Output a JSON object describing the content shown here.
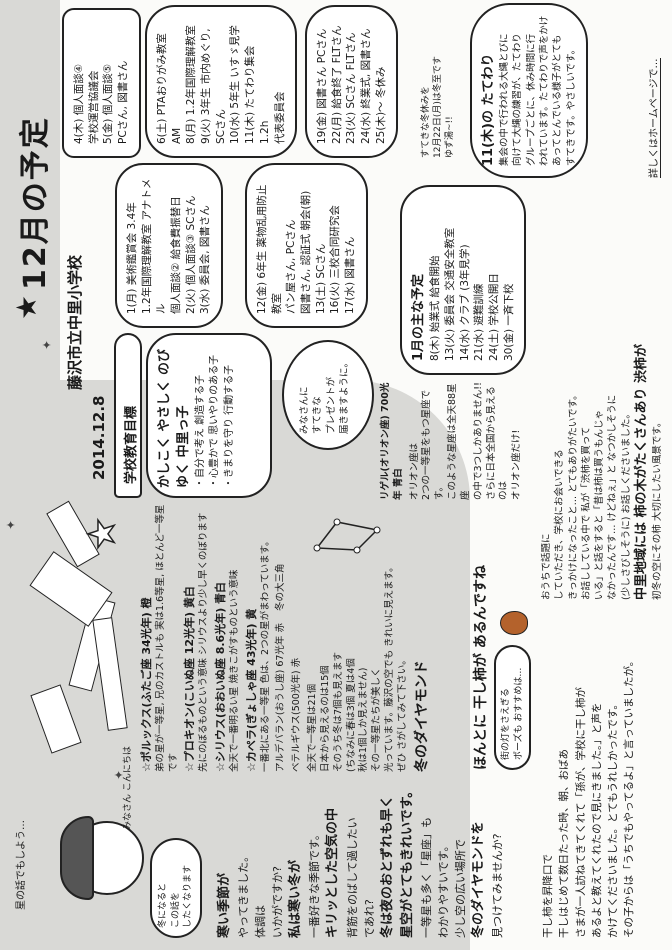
{
  "header": {
    "title": "12月の予定",
    "school": "藤沢市立中里小学校",
    "date": "2014.12.8"
  },
  "schedule": {
    "bubble_a": [
      "1(月) 美術鑑賞会 3.4年",
      "1.2年国際理解教室 アナトメル",
      "個人面談② 給食費振替日",
      "2(火) 個人面談③ SCさん",
      "3(水) 委員会, 図書さん"
    ],
    "bubble_b": [
      "4(木) 個人面談④",
      "学校運営協議会",
      "5(金) 個人面談⑤",
      "PCさん, 図書さん"
    ],
    "bubble_c": [
      "6(土) PTAおりがみ教室 AM",
      "8(月) 1.2年国際理解教室",
      "9(火) 3年生 市内めぐり, SCさん",
      "10(水) 5年生 いすゞ見学",
      "11(木) たてわり集会 1.2h",
      "代表委員会"
    ],
    "bubble_d": [
      "12(金) 6年生 薬物乱用防止教室",
      "パン屋さん, PCさん",
      "図書さん, 認証式 朝会(朝)",
      "13(土) SCさん",
      "16(火) 三校合同研究会",
      "17(水) 図書さん"
    ],
    "bubble_e": [
      "19(金) 図書さん PCさん",
      "22(月) 給食終了 FLTさん",
      "23(火) SCさん FLTさん",
      "24(水) 終業式, 図書さん",
      "25(木)～ 冬休み"
    ],
    "note": [
      "すてきな冬休みを",
      "12月22日(月)は冬至です",
      "ゆず湯~!!"
    ]
  },
  "january": {
    "title": "1月の主な予定",
    "items": [
      "8(木) 始業式 給食開始",
      "13(火) 委員会 交通安全教室",
      "14(水) クラブ (3年見学)",
      "21(水) 避難訓練",
      "24(土) 学校公開日",
      "30(金) 一斉下校"
    ]
  },
  "nawatobi": {
    "lines": [
      "11(木)の たてわり",
      "集会の中で行われる大縄とびに",
      "向けて大縄の練習が、たてわり",
      "グループごとに、休み時間に行",
      "われています。たてわりで声をかけ",
      "あってとんでいる様子がとても",
      "すてきです。やさしいです。"
    ],
    "link": "詳しくはホームページで…"
  },
  "goals": {
    "hat_label": "学校教育目標",
    "heading": "かしこく やさしく のびゆく 中里っ子",
    "items": [
      "・自分で考え 創造する子",
      "・心豊かで 思いやりのある子",
      "・きまりを守り 行動する子"
    ]
  },
  "present": [
    "みなさんに",
    "すてきな",
    "プレゼントが",
    "届きますように。"
  ],
  "snowman": {
    "speech": [
      "冬になると",
      "この話を",
      "したくなります"
    ],
    "aside": "星の話でもしよう…",
    "greeting": "みなさん こんにちは"
  },
  "intro": {
    "lines": [
      "寒い季節が",
      "やってきました。",
      "体調は",
      "いかがですか?",
      "私は寒い冬が",
      "一番好きな季節です。",
      "キリッとした空気の中",
      "背筋をのばして過したい",
      "であれ?",
      "冬は夜のおとずれも早く",
      "星空がとてもきれいです。",
      "一等星も多く「星座」も",
      "わかりやすいです。",
      "少し空の広い場所で",
      "冬のダイヤモンドを",
      "見つけてみませんか?"
    ]
  },
  "stars": {
    "items": [
      {
        "name": "☆カペラ(ぎょしゃ座 43光年) 黄",
        "desc": "一番北にある一等星 色は、2つの星がまわっています。"
      },
      {
        "name": "☆ポルックス(ふたご座 34光年) 橙",
        "desc": "弟の星が一等星, 兄のカストルも 実は1.6等星, ほとんど一等星です"
      },
      {
        "name": "☆プロキオン(こいぬ座 12光年) 黄白",
        "desc": "先にのぼるものという意味 シリウスより少し早くのぼります"
      },
      {
        "name": "☆シリウス(おおいぬ座 8.6光年) 青白",
        "desc": "全天で一番明るい星 焼きこがすものという意味"
      }
    ],
    "aldebaran": "アルデバラン(おうし座) 67光年 赤",
    "betelgeuse": "ベテルギウス(500光年) 赤",
    "rigel": "リゲル(オリオン座) 700光年 青白",
    "triangle": "冬の大三角",
    "orion_note": [
      "オリオン座は",
      "2つの一等星をもつ星座です。",
      "このような星座は全天88星座",
      "の中で3つしかありません!!",
      "さらに日本全国から見えるのは",
      "オリオン座だけ!"
    ],
    "count_note": [
      "全天で一等星は21個",
      "日本から見えるのは15個",
      "そのうち冬は7個も見えます",
      "(ちなみに春は3個 夏は4個",
      "秋は1個しか見えません)",
      "その一等星たちが美しく",
      "光っています。藤沢の空でも きれいに見えます。",
      "ぜひ さがしてみて下さい。"
    ],
    "diamond": "冬のダイヤモンド"
  },
  "hoshigaki": {
    "heading": "ほんとに 干し柿が あるんですね",
    "speech": [
      "街の灯をさえぎる",
      "ポーズも おすすめは…"
    ],
    "body": [
      "干し柿を昇降口で",
      "干しはじめて数日たった時、朝、おばあ",
      "さまが一人訪ねてきてくれて「孫が、学校に干し柿が",
      "あるよと教えてくれたので見にきました。」と声を",
      "かけてくださいました。とてもうれしかったです。",
      "その子からは「うちでもやってるよ」と言っていましたが。"
    ],
    "body2": [
      "おうちで話題に",
      "していただき、学校にお会いできる",
      "きっかけになったこと… とてもありがたいです。",
      "お話ししている中で 私が「渋柿を買って",
      "いる」と話をすると「昔は柿は買うもんじゃ",
      "なかったんです… けどねぇ」と なつかしそうに",
      "(少しさびしそうに) お話しくださいました。",
      "中里地域には 柿の木がたくさんあり 渋柿が",
      "初冬の空にその柿 大切にしたい風景です。"
    ]
  },
  "colors": {
    "ink": "#1a1a1a",
    "pencil": "#d9d9d6",
    "paper": "#fbfbf9"
  }
}
